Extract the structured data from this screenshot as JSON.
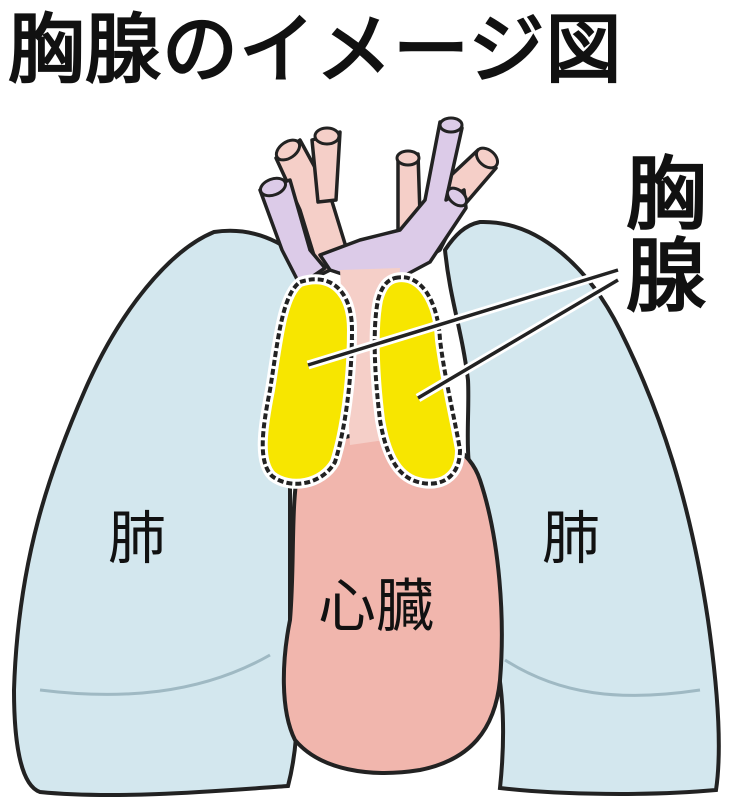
{
  "title": "胸腺のイメージ図",
  "labels": {
    "thymus_line1": "胸",
    "thymus_line2": "腺",
    "lung_left": "肺",
    "lung_right": "肺",
    "heart": "心臓"
  },
  "colors": {
    "lung": "#d3e7ee",
    "heart": "#f1b6ad",
    "thymus": "#f7e600",
    "vessel_pink": "#f5cfc8",
    "vessel_purple": "#dccbe8",
    "outline": "#222222"
  }
}
